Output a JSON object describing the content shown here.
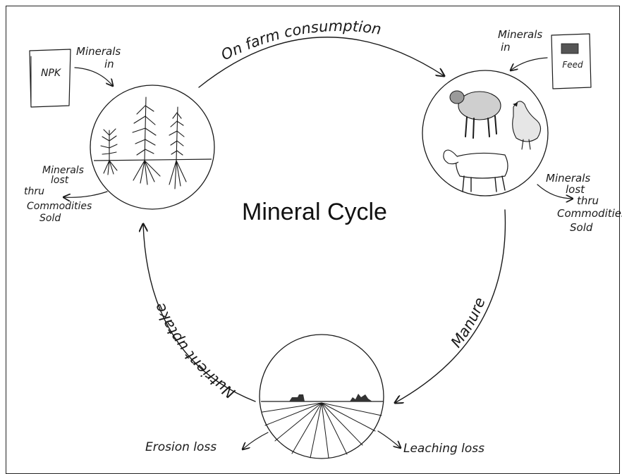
{
  "diagram": {
    "title": "Mineral Cycle",
    "edges": {
      "on_farm": "On farm consumption",
      "manure": "Manure",
      "nutrient_uptake": "Nutrient uptake"
    },
    "crops": {
      "bag_label": "NPK",
      "minerals_in": [
        "Minerals",
        "in"
      ],
      "minerals_lost": [
        "Minerals",
        "lost",
        "thru",
        "Commodities",
        "Sold"
      ]
    },
    "livestock": {
      "bag_label": "Feed",
      "minerals_in": [
        "Minerals",
        "in"
      ],
      "minerals_lost": [
        "Minerals",
        "lost",
        "thru",
        "Commodities",
        "Sold"
      ]
    },
    "soil": {
      "erosion": "Erosion loss",
      "leaching": "Leaching loss"
    }
  }
}
